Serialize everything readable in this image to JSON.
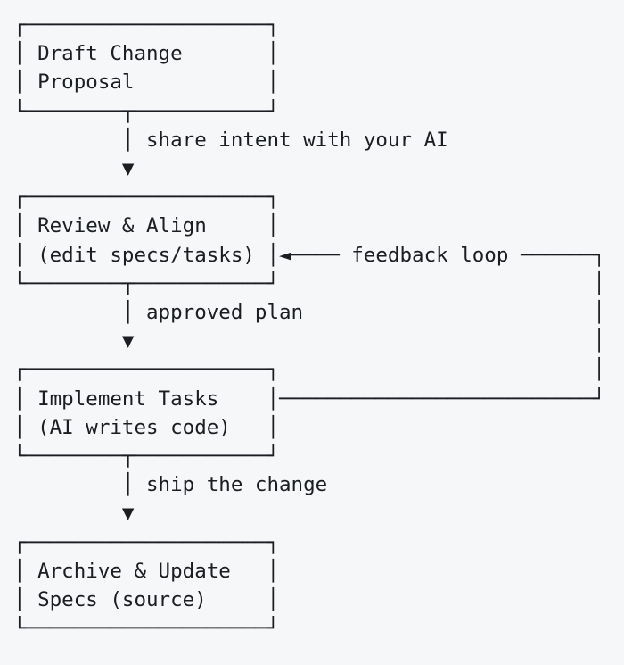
{
  "diagram": {
    "type": "ascii-flowchart",
    "colors": {
      "background": "#f6f7f9",
      "ink": "#1a1d22"
    },
    "nodes": [
      {
        "id": "draft",
        "lines": [
          "Draft Change",
          "Proposal"
        ]
      },
      {
        "id": "review",
        "lines": [
          "Review & Align",
          "(edit specs/tasks)"
        ]
      },
      {
        "id": "implement",
        "lines": [
          "Implement Tasks",
          "(AI writes code)"
        ]
      },
      {
        "id": "archive",
        "lines": [
          "Archive & Update",
          "Specs (source)"
        ]
      }
    ],
    "edges": [
      {
        "from": "draft",
        "to": "review",
        "label": "share intent with your AI"
      },
      {
        "from": "review",
        "to": "implement",
        "label": "approved plan"
      },
      {
        "from": "implement",
        "to": "archive",
        "label": "ship the change"
      },
      {
        "from": "implement",
        "to": "review",
        "label": "feedback loop"
      }
    ],
    "ascii_lines": [
      "┌────────────────────┐",
      "│ Draft Change       │",
      "│ Proposal           │",
      "└────────┬───────────┘",
      "         │ share intent with your AI",
      "         ▼",
      "┌────────────────────┐",
      "│ Review & Align     │",
      "│ (edit specs/tasks) │◄──── feedback loop ──────┐",
      "└────────┬───────────┘                          │",
      "         │ approved plan                        │",
      "         ▼                                      │",
      "┌────────────────────┐                          │",
      "│ Implement Tasks    │──────────────────────────┘",
      "│ (AI writes code)   │",
      "└────────┬───────────┘",
      "         │ ship the change",
      "         ▼",
      "┌────────────────────┐",
      "│ Archive & Update   │",
      "│ Specs (source)     │",
      "└────────────────────┘"
    ]
  }
}
